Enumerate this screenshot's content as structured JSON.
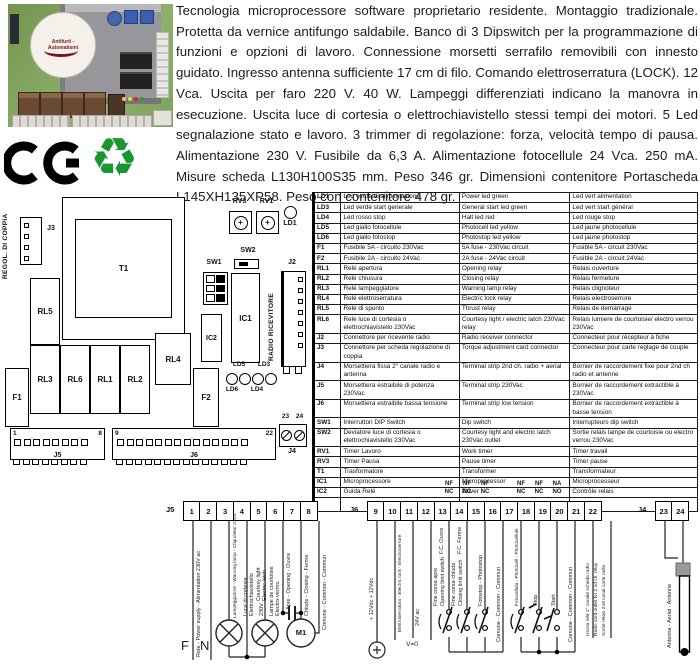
{
  "intro": {
    "text": "Tecnologia microprocessore software proprietario residente. Montaggio tradizionale. Protetta da vernice antifungo saldabile. Banco di 3 Dipswitch per la programmazione di funzioni e opzioni di lavoro. Connessione morsetti serrafilo removibili con innesto guidato. Ingresso antenna sufficiente 17 cm di filo. Comando elettroserratura (LOCK). 12 Vca. Uscita per faro 220 V. 40 W. Lampeggi differenziati indicano la manovra in esecuzione. Uscita luce di cortesia o elettrochiavistello stessi tempi dei motori. 5 Led segnalazione stato e lavoro. 3 trimmer di regolazione: forza, velocità tempo di pausa. Alimentazione 230 V. Fusibile da 6,3 A. Alimentazione fotocellule 24 Vca. 250 mA. Misure scheda L130H100S35 mm. Peso 346 gr. Dimensioni contenitore Portascheda L145XH135XP58. Peso con contenitore 478 gr."
  },
  "marks": {
    "ce": "CE",
    "recycle": "♻"
  },
  "photo": {
    "logo_ring_text": "Antifurti - Automatismi"
  },
  "board": {
    "j3_vertical": "REGOL. DI COPPIA",
    "j3": "J3",
    "t1": "T1",
    "rv3": "RV3",
    "rv1": "RV1",
    "ld1": "LD1",
    "sw2": "SW2",
    "sw1": "SW1",
    "ic1": "IC1",
    "ic2": "IC2",
    "j2": "J2",
    "j2_vertical": "RADIO RICEVITORE",
    "rl5": "RL5",
    "f1": "F1",
    "rl3": "RL3",
    "rl6": "RL6",
    "rl1": "RL1",
    "rl2": "RL2",
    "rl4": "RL4",
    "f2": "F2",
    "ld5": "LD5",
    "ld3": "LD3",
    "ld6": "LD6",
    "ld4": "LD4",
    "n1": "1",
    "n8": "8",
    "n9": "9",
    "n22": "22",
    "n23": "23",
    "n24": "24",
    "j5": "J5",
    "j6": "J6",
    "j4": "J4",
    "plus": "+"
  },
  "legend": {
    "rows": [
      {
        "id": "LD1",
        "it": "Led verde di alimentazione",
        "en": "Power led green",
        "fr": "Led vert alimentation"
      },
      {
        "id": "LD3",
        "it": "Led verde start generale",
        "en": "General start led green",
        "fr": "Led vert start général"
      },
      {
        "id": "LD4",
        "it": "Led rosso stop",
        "en": "Halt led red",
        "fr": "Led rouge stop"
      },
      {
        "id": "LD5",
        "it": "Led giallo fotocellule",
        "en": "Photocell led yellow",
        "fr": "Led jaune photocellule"
      },
      {
        "id": "LD6",
        "it": "Led giallo fotostop",
        "en": "Photostop led yellow",
        "fr": "Led jaune photostop"
      },
      {
        "id": "F1",
        "it": "Fusibile 5A - circuito 230Vac",
        "en": "5A fuse - 230Vac circuit",
        "fr": "Fusible 5A - circuit 230Vac"
      },
      {
        "id": "F2",
        "it": "Fusibile 2A - circuito 24Vac",
        "en": "2A fuse - 24Vac circuit",
        "fr": "Fusible 2A - circuit 24Vac"
      },
      {
        "id": "RL1",
        "it": "Relé apertura",
        "en": "Opening relay",
        "fr": "Relais ouverture"
      },
      {
        "id": "RL2",
        "it": "Relé chiusura",
        "en": "Closing relay",
        "fr": "Relais fermeture"
      },
      {
        "id": "RL3",
        "it": "Relé lampeggiatore",
        "en": "Warning lamp relay",
        "fr": "Relais clignoteur"
      },
      {
        "id": "RL4",
        "it": "Relé elettroserratura",
        "en": "Electric lock relay",
        "fr": "Relais electroserrure"
      },
      {
        "id": "RL5",
        "it": "Relé di spunto",
        "en": "Thrust relay",
        "fr": "Relais de demarrage"
      },
      {
        "id": "RL6",
        "it": "Relé luce di cortesia o elettrochiavistello 230Vac",
        "en": "Courtesy light / electric latch 230Vac relay",
        "fr": "Relais lumiere de courtoisie/ electro verrou 230Vac"
      },
      {
        "id": "J2",
        "it": "Connettore per ricevente radio",
        "en": "Radio receiver connector",
        "fr": "Connecteur pour récepteur à fiche"
      },
      {
        "id": "J3",
        "it": "Connettore per scheda regolazione di coppia",
        "en": "Torque adjustment card connector",
        "fr": "Connecteur pour carte reglage de couple"
      },
      {
        "id": "J4",
        "it": "Morsettiera fissa 2° canale radio e antenna",
        "en": "Terminal strip 2nd ch. radio + aerial",
        "fr": "Bornier de raccordement fixe pour 2nd ch radio et antenne"
      },
      {
        "id": "J5",
        "it": "Morsettiera estraibile di potenza 230Vac",
        "en": "Terminal strip 230Vac",
        "fr": "Bornier de raccordement extractible à 230Vac"
      },
      {
        "id": "J6",
        "it": "Morsettiera estraibile bassa tensione",
        "en": "Terminal strip low tension",
        "fr": "Bornier de raccordement extractible à basse tension"
      },
      {
        "id": "SW1",
        "it": "Interruttori DIP Switch",
        "en": "Dip switch",
        "fr": "Interrupteurs dip switch"
      },
      {
        "id": "SW2",
        "it": "Deviatore luce di cortesia o elettrochiavistello 230Vac",
        "en": "Courtesy light and electric latch 230Vac outlet",
        "fr": "Sortie relais lampe de courtoisie ou electro verrou 230Vac"
      },
      {
        "id": "RV1",
        "it": "Timer Lavoro",
        "en": "Work timer",
        "fr": "Timer travail"
      },
      {
        "id": "RV3",
        "it": "Timer Pausa",
        "en": "Pause timer",
        "fr": "Timer pause"
      },
      {
        "id": "T1",
        "it": "Trasformatore",
        "en": "Transformer",
        "fr": "Transformateur"
      },
      {
        "id": "IC1",
        "it": "Microprocessore",
        "en": "Microprocessor",
        "fr": "Microprocesseur"
      },
      {
        "id": "IC2",
        "it": "Guida Relé",
        "en": "Driver",
        "fr": "Contrôle relais"
      }
    ]
  },
  "wiring": {
    "j5_label": "J5",
    "j6_label": "J6",
    "j4_label": "J4",
    "j5_terminals": [
      "1",
      "2",
      "3",
      "4",
      "5",
      "6",
      "7",
      "8"
    ],
    "j6_terminals": [
      "9",
      "10",
      "11",
      "12",
      "13",
      "14",
      "15",
      "16",
      "17",
      "18",
      "19",
      "20",
      "21",
      "22"
    ],
    "j4_terminals": [
      "23",
      "24"
    ],
    "labels": {
      "nf": "NF",
      "nc": "NC",
      "na": "NA",
      "no": "NO",
      "phase": "F",
      "neutral": "N",
      "motor": "M1",
      "v0": "V=0",
      "power": "Rete - Power supply - Alimentation 230V ac",
      "warning": "Lampeggiatore - Warning lamp - Clignoteur 230V.",
      "courtesy_it1": "Luce di cortesia",
      "courtesy_it2": "Elettrochiavistello",
      "courtesy_en1": "Courtesy light",
      "courtesy_en2": "Electric latch",
      "courtesy_fr1": "Lampe de courtoisie",
      "courtesy_fr2": "Electro-verrou",
      "courtesy_v": "230V.",
      "open": "Apre - Opening - Ouvre",
      "close": "Chiude - Closing - Ferme",
      "common1": "Comune - Common - Commun",
      "plus12": "+ 12Vdc + 12Vdc",
      "lock": "Elettroserratura - Electric lock - Electroserrure",
      "lock_24": "24V ac",
      "fc_open_fr": "F.C. Ouvre",
      "fc_open_it": "Fine corsa apre",
      "fc_open_en": "Opening limit switch",
      "fc_close_fr": "F.C. Ferme",
      "fc_close_it": "Fine corsa chiude",
      "fc_close_en": "Closing limit switch",
      "photostop": "Fotostop - Photostop",
      "common2": "Comune - Common - Commun",
      "photocell": "Fotocellula - Photocell - Photocellule",
      "stop": "Stop",
      "start": "Start",
      "common3": "Comune - Common - Commun",
      "radio_it": "Uscita rele 2° canale scheda radio",
      "radio_en": "Radio card outlet for 2 nd ch. relay",
      "radio_fr": "Sortie relais 2nd canal carte radio",
      "antenna": "Antenna - Aerial - Antenne"
    }
  }
}
